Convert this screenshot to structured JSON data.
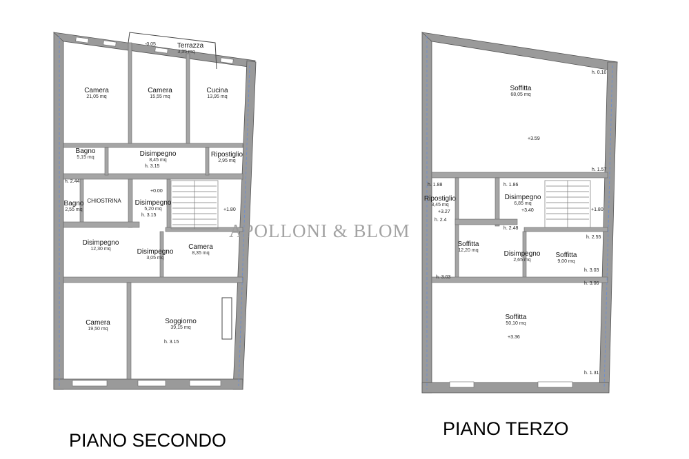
{
  "floors": [
    {
      "title": "PIANO SECONDO",
      "rooms": [
        {
          "name": "Terrazza",
          "area": "3,35 mq"
        },
        {
          "name": "Camera",
          "area": "21,05 mq"
        },
        {
          "name": "Camera",
          "area": "15,55 mq"
        },
        {
          "name": "Cucina",
          "area": "13,95 mq"
        },
        {
          "name": "Bagno",
          "area": "5,15 mq"
        },
        {
          "name": "Disimpegno",
          "area": "8,45 mq"
        },
        {
          "name": "Ripostiglio",
          "area": "2,95 mq"
        },
        {
          "name": "Bagno",
          "area": "2,55 mq"
        },
        {
          "name": "CHIOSTRINA",
          "area": ""
        },
        {
          "name": "Disimpegno",
          "area": "5,20 mq"
        },
        {
          "name": "Disimpegno",
          "area": "12,30 mq"
        },
        {
          "name": "Disimpegno",
          "area": "3,05 mq"
        },
        {
          "name": "Camera",
          "area": "8,35 mq"
        },
        {
          "name": "Camera",
          "area": "19,50 mq"
        },
        {
          "name": "Soggiorno",
          "area": "39,15 mq"
        }
      ],
      "heights": [
        "h. 3.15",
        "h. 2.44",
        "h. 3.15",
        "h. 3.15"
      ],
      "levels": [
        "-0.05",
        "+0.00",
        "+1.80"
      ]
    },
    {
      "title": "PIANO TERZO",
      "rooms": [
        {
          "name": "Soffitta",
          "area": "68,05 mq"
        },
        {
          "name": "Ripostiglio",
          "area": "3,45 mq"
        },
        {
          "name": "Disimpegno",
          "area": "6,85 mq"
        },
        {
          "name": "Soffitta",
          "area": "12,20 mq"
        },
        {
          "name": "Disimpegno",
          "area": "2,65 mq"
        },
        {
          "name": "Soffitta",
          "area": "9,00 mq"
        },
        {
          "name": "Soffitta",
          "area": "50,10 mq"
        }
      ],
      "heights": [
        "h. 0.10",
        "h. 1.57",
        "h. 1.88",
        "h. 1.86",
        "h. 2.4",
        "h. 2.48",
        "h. 2.55",
        "h. 3.03",
        "h. 3.03",
        "h. 3.06",
        "h. 1.31"
      ],
      "levels": [
        "+3.59",
        "+3.27",
        "+3.40",
        "+1.80",
        "+3.36"
      ]
    }
  ],
  "watermark": "APOLLONI & BLOM",
  "colors": {
    "wall": "#9a9a9a",
    "text": "#111111",
    "watermark": "#9a9a9a"
  }
}
